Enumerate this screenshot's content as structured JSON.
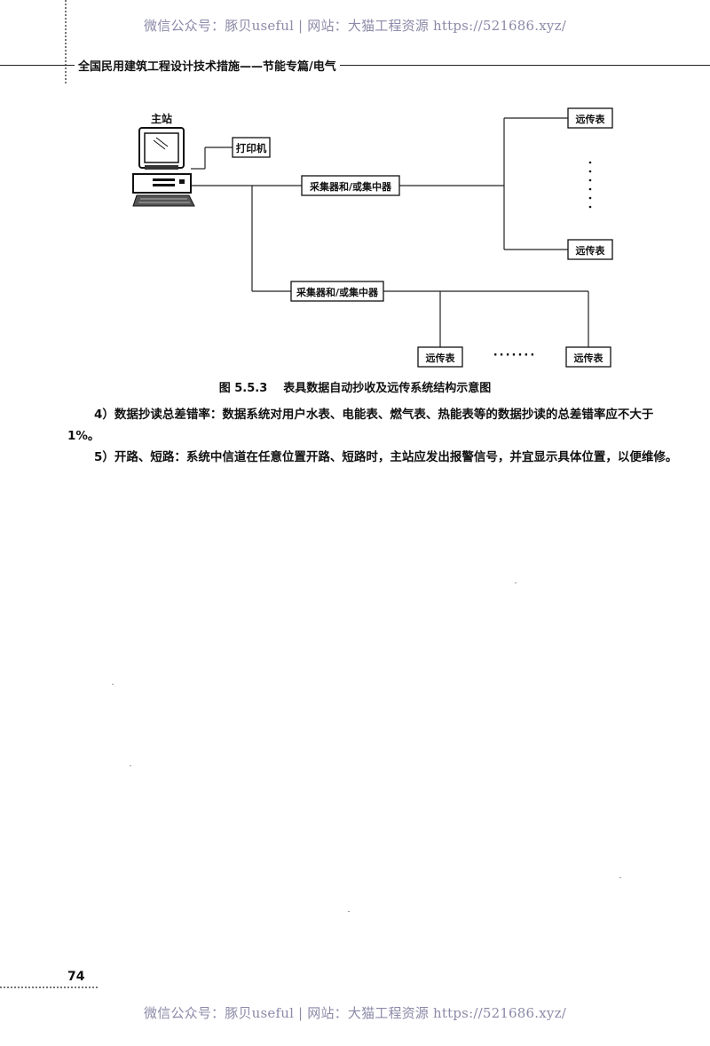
{
  "watermark": {
    "text": "微信公众号：豚贝useful | 网站：大猫工程资源 https://521686.xyz/"
  },
  "header": {
    "title": "全国民用建筑工程设计技术措施——节能专篇/电气"
  },
  "diagram": {
    "host_label": "主站",
    "printer_label": "打印机",
    "collector_label": "采集器和/或集中器",
    "remote_meter_label": "远传表",
    "ellipsis_dots": "·······"
  },
  "figure": {
    "number": "图 5.5.3",
    "caption": "表具数据自动抄收及远传系统结构示意图"
  },
  "paragraphs": [
    "4）数据抄读总差错率：数据系统对用户水表、电能表、燃气表、热能表等的数据抄读的总差错率应不大于1%。",
    "5）开路、短路：系统中信道在任意位置开路、短路时，主站应发出报警信号，并宜显示具体位置，以便维修。"
  ],
  "page_number": "74",
  "colors": {
    "watermark": "#8c8aa8",
    "text": "#111111",
    "line": "#222222"
  }
}
